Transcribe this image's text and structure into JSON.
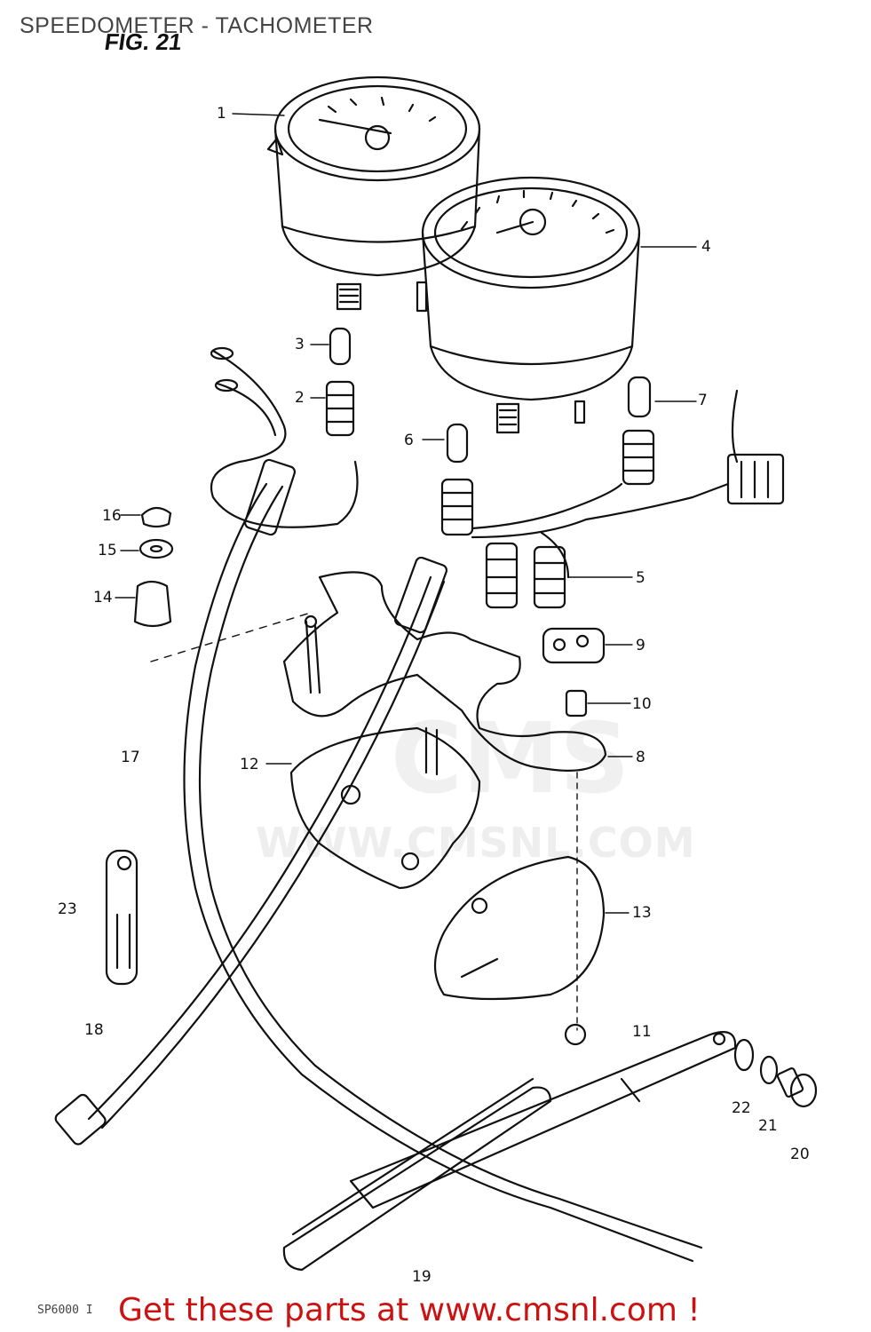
{
  "header": {
    "title": "SPEEDOMETER - TACHOMETER",
    "figure": "FIG. 21"
  },
  "watermark": {
    "text": "WWW.CMSNL.COM",
    "logo": "CMS"
  },
  "callouts": [
    {
      "id": "1",
      "label": "1"
    },
    {
      "id": "2",
      "label": "2"
    },
    {
      "id": "3",
      "label": "3"
    },
    {
      "id": "4",
      "label": "4"
    },
    {
      "id": "5",
      "label": "5"
    },
    {
      "id": "6",
      "label": "6"
    },
    {
      "id": "7",
      "label": "7"
    },
    {
      "id": "8",
      "label": "8"
    },
    {
      "id": "9",
      "label": "9"
    },
    {
      "id": "10",
      "label": "10"
    },
    {
      "id": "11",
      "label": "11"
    },
    {
      "id": "12",
      "label": "12"
    },
    {
      "id": "13",
      "label": "13"
    },
    {
      "id": "14",
      "label": "14"
    },
    {
      "id": "15",
      "label": "15"
    },
    {
      "id": "16",
      "label": "16"
    },
    {
      "id": "17",
      "label": "17"
    },
    {
      "id": "18",
      "label": "18"
    },
    {
      "id": "19",
      "label": "19"
    },
    {
      "id": "20",
      "label": "20"
    },
    {
      "id": "21",
      "label": "21"
    },
    {
      "id": "22",
      "label": "22"
    },
    {
      "id": "23",
      "label": "23"
    }
  ],
  "footer": {
    "code": "SP6000 I",
    "cta": "Get these parts at www.cmsnl.com !",
    "cta_color": "#cc1111"
  }
}
